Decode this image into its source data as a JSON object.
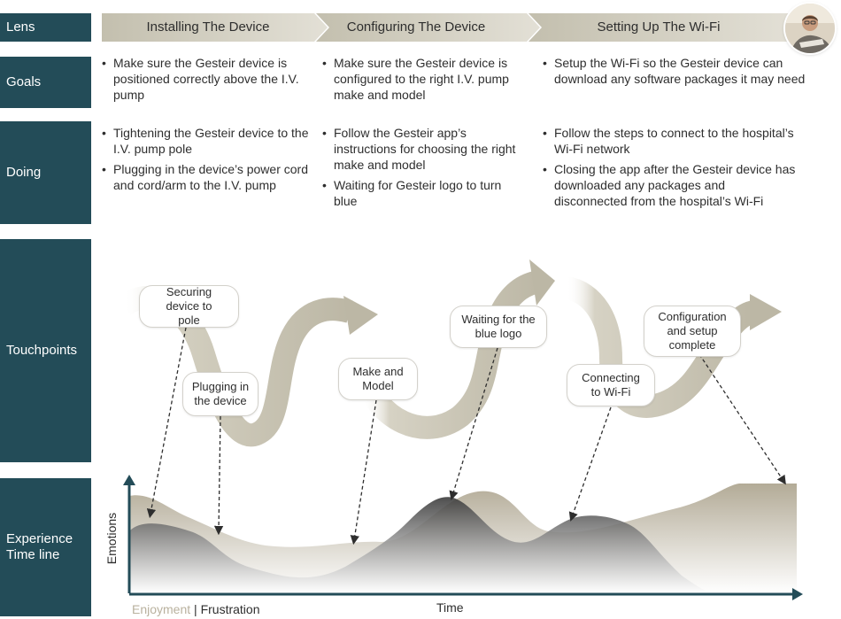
{
  "rows": {
    "lens": "Lens",
    "goals": "Goals",
    "doing": "Doing",
    "touchpoints": "Touchpoints",
    "experience": "Experience Time line"
  },
  "phases": [
    {
      "title": "Installing The Device",
      "goals": [
        "Make sure the Gesteir device is positioned correctly above the I.V. pump"
      ],
      "doing": [
        "Tightening the Gesteir device to the I.V. pump pole",
        "Plugging in the device’s power cord and cord/arm to the I.V. pump"
      ]
    },
    {
      "title": "Configuring The Device",
      "goals": [
        "Make sure the Gesteir device is configured to the right I.V. pump make and model"
      ],
      "doing": [
        "Follow the Gesteir app’s instructions for choosing the right make and model",
        "Waiting for Gesteir logo to turn blue"
      ]
    },
    {
      "title": "Setting Up The Wi-Fi",
      "goals": [
        "Setup the Wi-Fi so the Gesteir device can download any software packages it may need"
      ],
      "doing": [
        "Follow the steps to connect to the hospital’s Wi-Fi network",
        "Closing the app after the Gesteir device has downloaded any packages and disconnected from the hospital’s Wi-Fi"
      ]
    }
  ],
  "touchpoints": [
    "Securing device to pole",
    "Plugging in the device",
    "Make and Model",
    "Waiting for the blue logo",
    "Connecting to Wi-Fi",
    "Configuration and setup complete"
  ],
  "timeline": {
    "y_axis": "Emotions",
    "x_axis": "Time",
    "legend_enjoyment": "Enjoyment",
    "legend_separator": "|",
    "legend_frustration": "Frustration"
  },
  "colors": {
    "row_label_bg": "#234c58",
    "phase_bar": "#cdc9ba",
    "path_arrow": "#c8c4b4",
    "enjoyment_area": "#b9b19e",
    "frustration_area": "#4a4a4a",
    "axis": "#234c58"
  },
  "icons": {
    "avatar": "person-photo",
    "touchpoint-connector": "dashed-arrow"
  }
}
